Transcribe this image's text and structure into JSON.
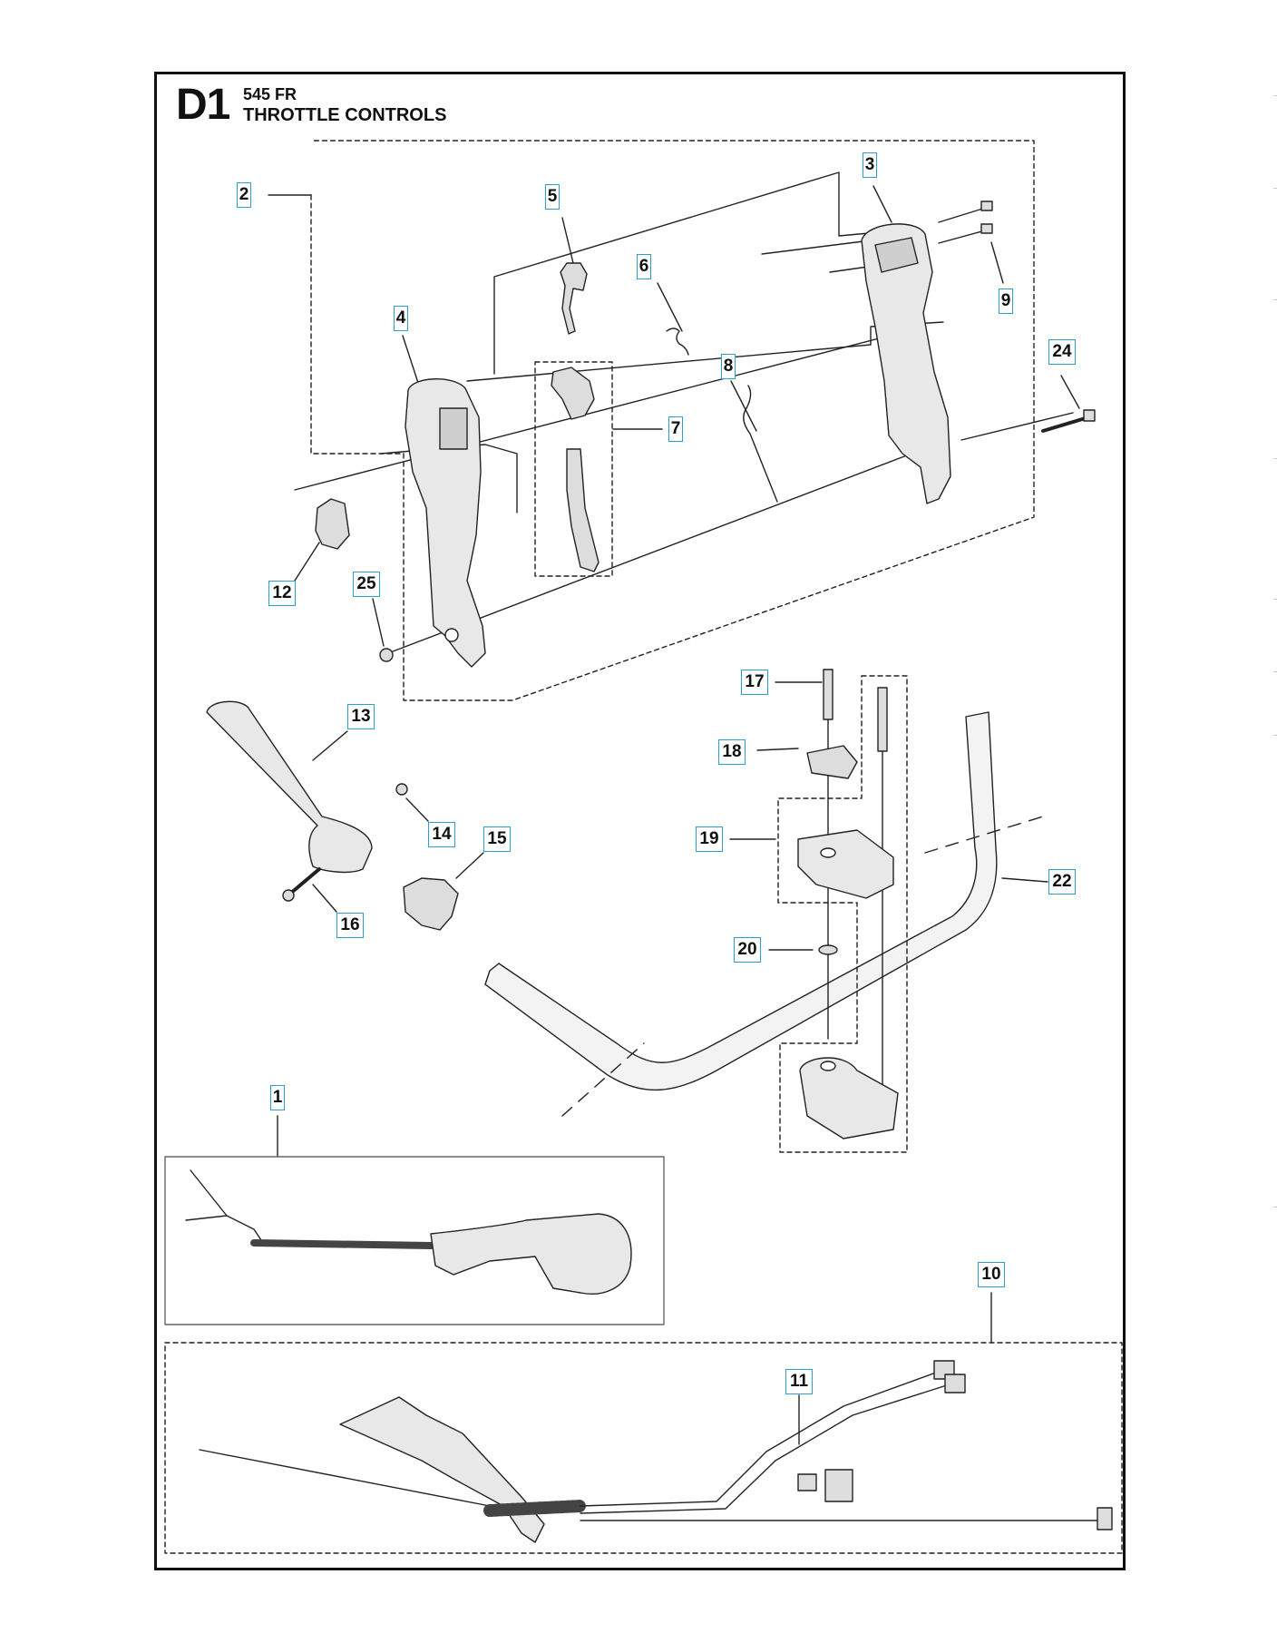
{
  "header": {
    "section_code": "D1",
    "model": "545 FR",
    "title": "THROTTLE CONTROLS"
  },
  "callouts": [
    {
      "id": "c2",
      "label": "2"
    },
    {
      "id": "c5",
      "label": "5"
    },
    {
      "id": "c3",
      "label": "3"
    },
    {
      "id": "c6",
      "label": "6"
    },
    {
      "id": "c9",
      "label": "9"
    },
    {
      "id": "c4",
      "label": "4"
    },
    {
      "id": "c24",
      "label": "24"
    },
    {
      "id": "c8",
      "label": "8"
    },
    {
      "id": "c7",
      "label": "7"
    },
    {
      "id": "c12",
      "label": "12"
    },
    {
      "id": "c25",
      "label": "25"
    },
    {
      "id": "c17",
      "label": "17"
    },
    {
      "id": "c13",
      "label": "13"
    },
    {
      "id": "c18",
      "label": "18"
    },
    {
      "id": "c14",
      "label": "14"
    },
    {
      "id": "c15",
      "label": "15"
    },
    {
      "id": "c19",
      "label": "19"
    },
    {
      "id": "c22",
      "label": "22"
    },
    {
      "id": "c16",
      "label": "16"
    },
    {
      "id": "c20",
      "label": "20"
    },
    {
      "id": "c1",
      "label": "1"
    },
    {
      "id": "c10",
      "label": "10"
    },
    {
      "id": "c11",
      "label": "11"
    }
  ],
  "colors": {
    "frame": "#111111",
    "callout_border": "#2a9fd0",
    "line_art": "#222222",
    "part_fill": "#e6e6e6",
    "part_shade": "#b8b8b8"
  }
}
